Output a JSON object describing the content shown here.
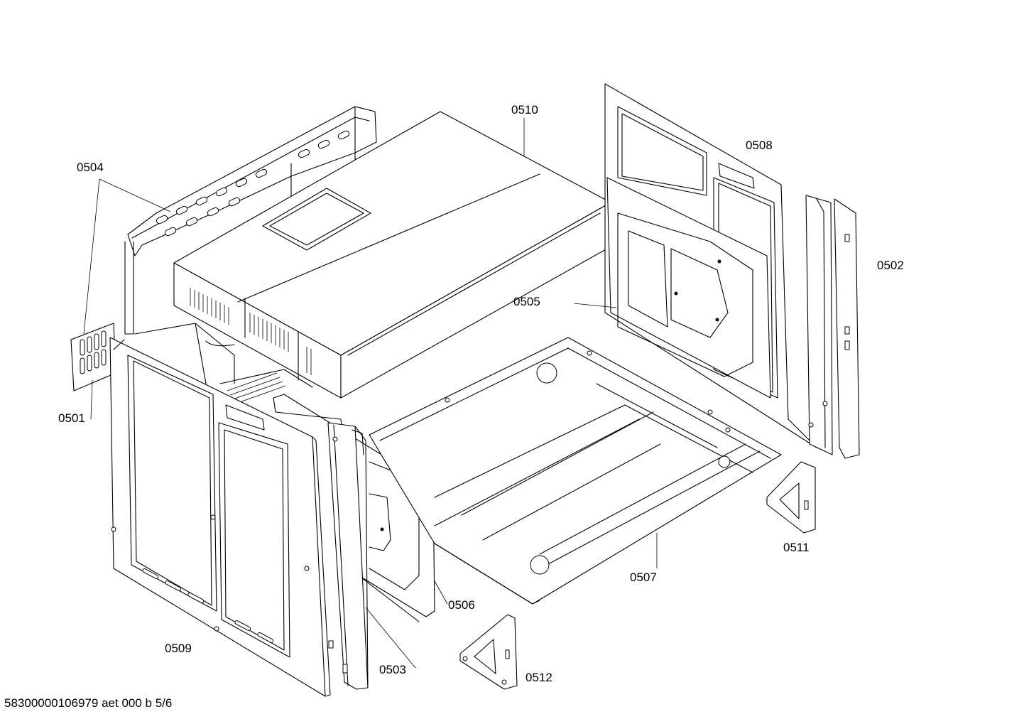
{
  "labels": {
    "p0501": "0501",
    "p0502": "0502",
    "p0503": "0503",
    "p0504": "0504",
    "p0505": "0505",
    "p0506": "0506",
    "p0507": "0507",
    "p0508": "0508",
    "p0509": "0509",
    "p0510": "0510",
    "p0511": "0511",
    "p0512": "0512"
  },
  "footer": "58300000106979 aet 000 b 5/6"
}
